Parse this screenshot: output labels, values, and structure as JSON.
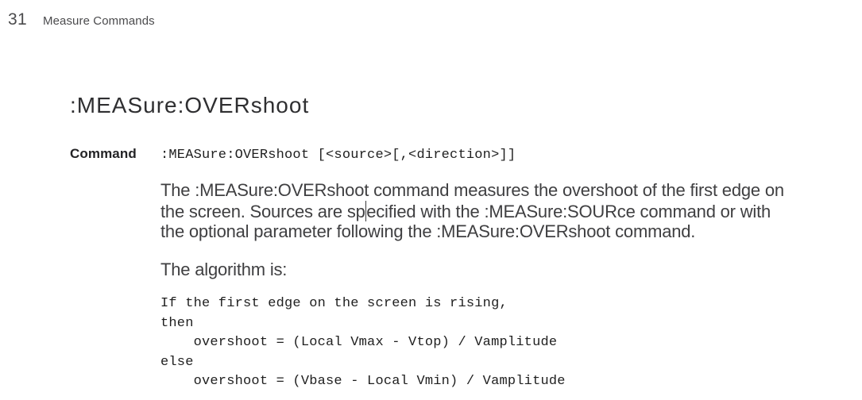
{
  "page_header": {
    "chapter_number": "31",
    "chapter_title": "Measure Commands"
  },
  "section": {
    "title": ":MEASure:OVERshoot",
    "command_label": "Command",
    "command_syntax": ":MEASure:OVERshoot [<source>[,<direction>]]",
    "description": {
      "line1": "The :MEASure:OVERshoot command measures the overshoot of the first edge on",
      "line2_before_caret": "the screen. Sources are sp",
      "line2_after_caret": "ecified with the :MEASure:SOURce command or with",
      "line3": "the optional parameter following the :MEASure:OVERshoot command."
    },
    "algorithm_intro": "The algorithm is:",
    "algorithm_code": "If the first edge on the screen is rising,\nthen\n    overshoot = (Local Vmax - Vtop) / Vamplitude\nelse\n    overshoot = (Vbase - Local Vmin) / Vamplitude"
  },
  "colors": {
    "background": "#ffffff",
    "header_text": "#4b4b4d",
    "heading_text": "#2f2f31",
    "body_text": "#3f3f41",
    "code_text": "#1f1f1f"
  }
}
